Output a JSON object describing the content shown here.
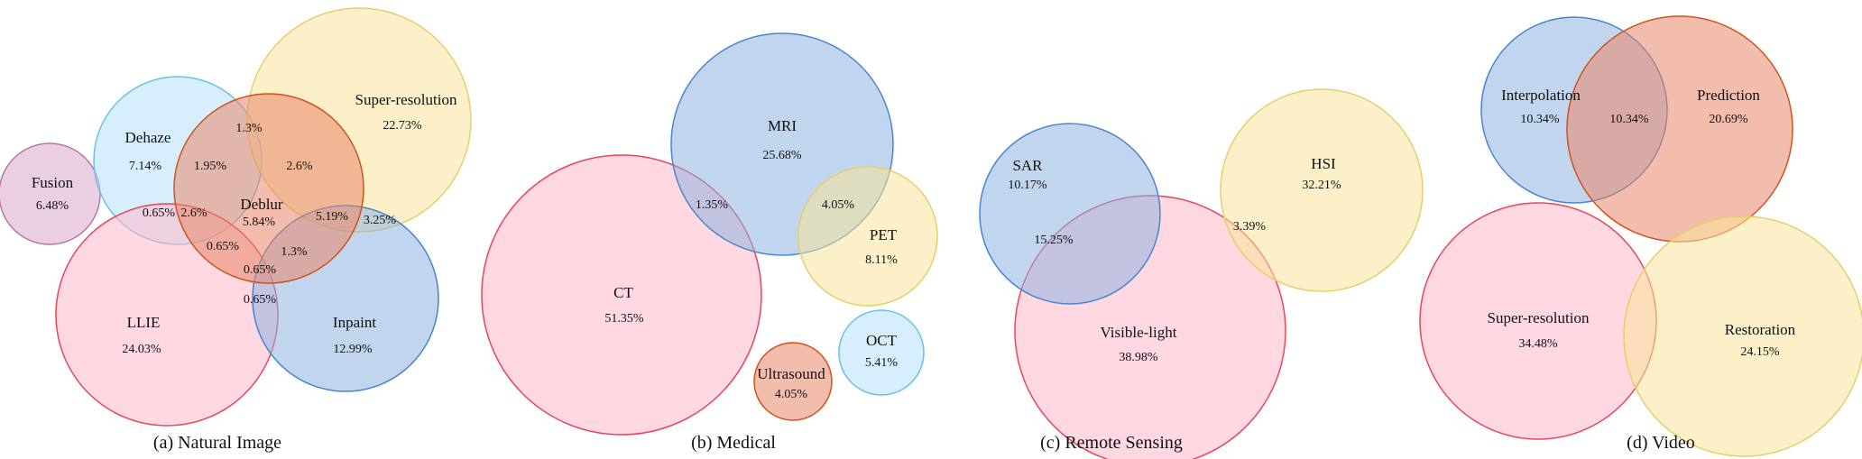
{
  "colors": {
    "pink": {
      "fill": "#ffb8c8",
      "stroke": "#e8455a"
    },
    "yellow": {
      "fill": "#f7e39a",
      "stroke": "#e6cf6b"
    },
    "blue": {
      "fill": "#8fb3e0",
      "stroke": "#4a86cf"
    },
    "lblue": {
      "fill": "#b6e2fa",
      "stroke": "#6cbfe8"
    },
    "mauve": {
      "fill": "#d8a8c6",
      "stroke": "#b47a9c"
    },
    "orange": {
      "fill": "#e9876a",
      "stroke": "#d0531c"
    }
  },
  "panels": [
    {
      "caption": "(a) Natural Image",
      "circles": [
        {
          "id": "fusion",
          "color": "mauve",
          "name": "Fusion",
          "pct": "6.48%"
        },
        {
          "id": "dehaze",
          "color": "lblue",
          "name": "Dehaze",
          "pct": "7.14%"
        },
        {
          "id": "super-resolution",
          "color": "yellow",
          "name": "Super-resolution",
          "pct": "22.73%"
        },
        {
          "id": "llie",
          "color": "pink",
          "name": "LLIE",
          "pct": "24.03%"
        },
        {
          "id": "inpaint",
          "color": "blue",
          "name": "Inpaint",
          "pct": "12.99%"
        },
        {
          "id": "deblur",
          "color": "orange",
          "name": "Deblur",
          "pct": "5.84%"
        }
      ],
      "overlaps": [
        "1.3%",
        "1.95%",
        "2.6%",
        "0.65%",
        "2.6%",
        "5.19%",
        "3.25%",
        "0.65%",
        "1.3%",
        "0.65%",
        "0.65%"
      ]
    },
    {
      "caption": "(b) Medical",
      "circles": [
        {
          "id": "ct",
          "color": "pink",
          "name": "CT",
          "pct": "51.35%"
        },
        {
          "id": "mri",
          "color": "blue",
          "name": "MRI",
          "pct": "25.68%"
        },
        {
          "id": "pet",
          "color": "yellow",
          "name": "PET",
          "pct": "8.11%"
        },
        {
          "id": "ultrasound",
          "color": "orange",
          "name": "Ultrasound",
          "pct": "4.05%"
        },
        {
          "id": "oct",
          "color": "lblue",
          "name": "OCT",
          "pct": "5.41%"
        }
      ],
      "overlaps": [
        "1.35%",
        "4.05%"
      ]
    },
    {
      "caption": "(c) Remote Sensing",
      "circles": [
        {
          "id": "visible-light",
          "color": "pink",
          "name": "Visible-light",
          "pct": "38.98%"
        },
        {
          "id": "hsi",
          "color": "yellow",
          "name": "HSI",
          "pct": "32.21%"
        },
        {
          "id": "sar",
          "color": "blue",
          "name": "SAR",
          "pct": "10.17%"
        }
      ],
      "overlaps": [
        "15.25%",
        "3.39%"
      ]
    },
    {
      "caption": "(d) Video",
      "circles": [
        {
          "id": "interpolation",
          "color": "blue",
          "name": "Interpolation",
          "pct": "10.34%"
        },
        {
          "id": "prediction",
          "color": "orange",
          "name": "Prediction",
          "pct": "20.69%"
        },
        {
          "id": "video-super-resolution",
          "color": "pink",
          "name": "Super-resolution",
          "pct": "34.48%"
        },
        {
          "id": "restoration",
          "color": "yellow",
          "name": "Restoration",
          "pct": "24.15%"
        }
      ],
      "overlaps": [
        "10.34%"
      ]
    }
  ]
}
